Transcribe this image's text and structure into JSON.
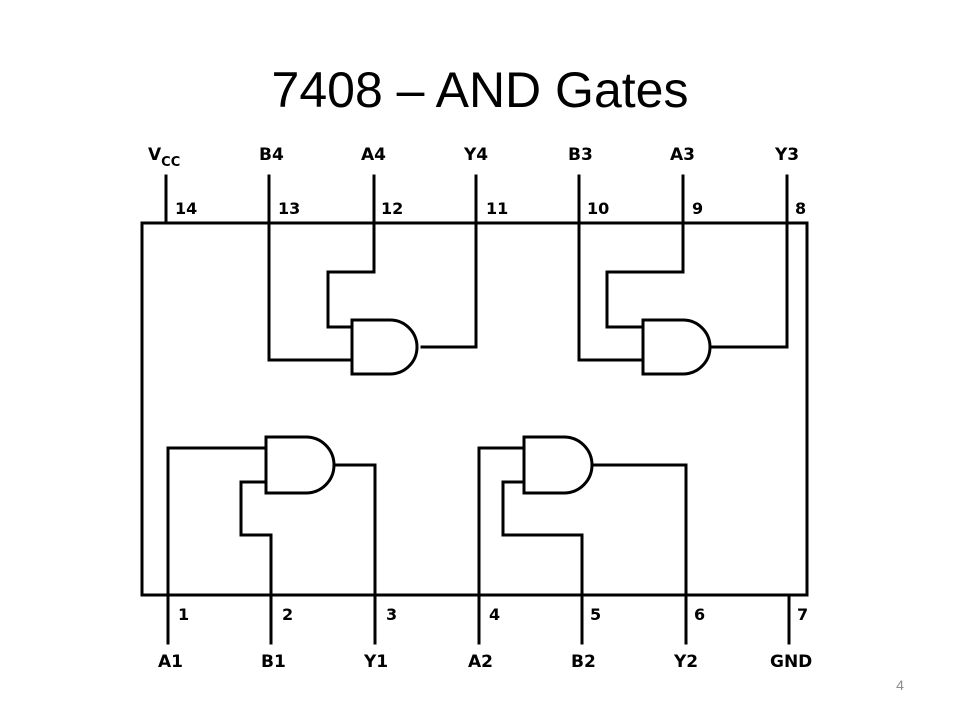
{
  "title": "7408 – AND Gates",
  "slide_number": "4",
  "pins": {
    "vcc": {
      "main": "V",
      "sub": "CC",
      "number": "14"
    },
    "b4": {
      "name": "B4",
      "number": "13"
    },
    "a4": {
      "name": "A4",
      "number": "12"
    },
    "y4": {
      "name": "Y4",
      "number": "11"
    },
    "b3": {
      "name": "B3",
      "number": "10"
    },
    "a3": {
      "name": "A3",
      "number": "9"
    },
    "y3": {
      "name": "Y3",
      "number": "8"
    },
    "a1": {
      "name": "A1",
      "number": "1"
    },
    "b1": {
      "name": "B1",
      "number": "2"
    },
    "y1": {
      "name": "Y1",
      "number": "3"
    },
    "a2": {
      "name": "A2",
      "number": "4"
    },
    "b2": {
      "name": "B2",
      "number": "5"
    },
    "y2": {
      "name": "Y2",
      "number": "6"
    },
    "gnd": {
      "name": "GND",
      "number": "7"
    }
  }
}
